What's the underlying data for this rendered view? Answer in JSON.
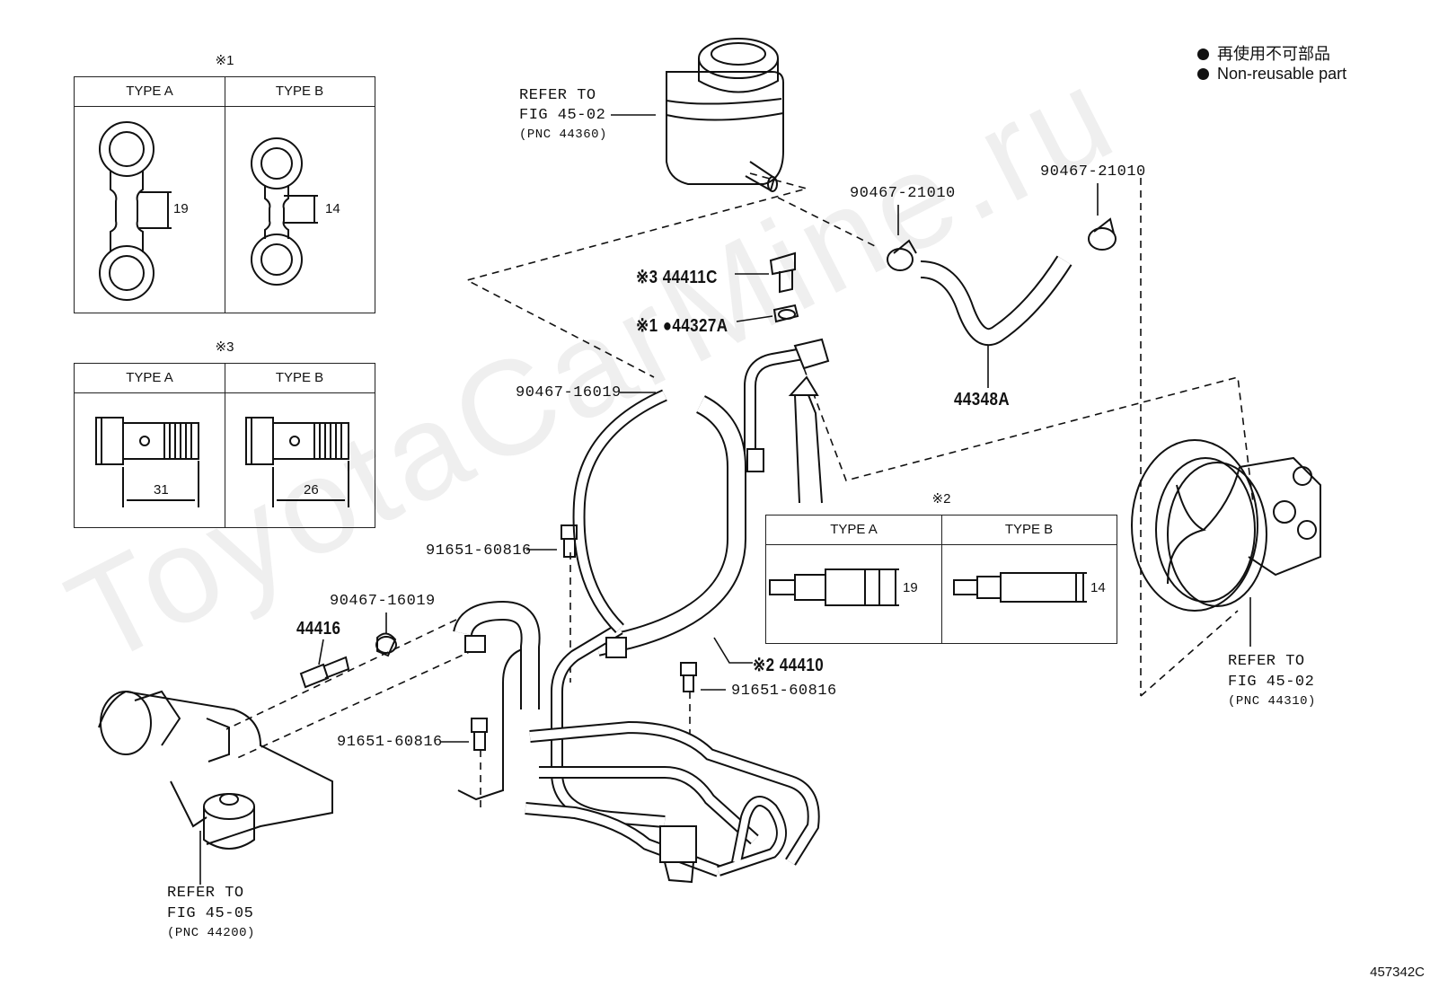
{
  "watermark": "ToyotaCarMine.ru",
  "figure_number": "457342C",
  "legend": {
    "item_jp": "再使用不可部品",
    "item_en": "Non-reusable part"
  },
  "inset_1": {
    "note": "※1",
    "col_a": "TYPE A",
    "col_b": "TYPE B",
    "dim_a": "19",
    "dim_b": "14"
  },
  "inset_3": {
    "note": "※3",
    "col_a": "TYPE A",
    "col_b": "TYPE B",
    "dim_a": "31",
    "dim_b": "26"
  },
  "inset_2": {
    "note": "※2",
    "col_a": "TYPE A",
    "col_b": "TYPE B",
    "dim_a": "19",
    "dim_b": "14"
  },
  "refs": {
    "reservoir": {
      "line1": "REFER TO",
      "line2": "FIG 45-02",
      "line3": "(PNC 44360)"
    },
    "pump": {
      "line1": "REFER TO",
      "line2": "FIG 45-02",
      "line3": "(PNC 44310)"
    },
    "gear": {
      "line1": "REFER TO",
      "line2": "FIG 45-05",
      "line3": "(PNC 44200)"
    }
  },
  "parts": {
    "clamp_top_a": "90467-21010",
    "clamp_top_b": "90467-21010",
    "union_bolt": "※3 44411C",
    "gasket": "※1 ●44327A",
    "clamp_mid": "90467-16019",
    "return_hose": "44348A",
    "bolt_left": "91651-60816",
    "clamp_low": "90467-16019",
    "union": "44416",
    "pressure_tube": "※2 44410",
    "bolt_right": "91651-60816",
    "bolt_bottom": "91651-60816"
  }
}
